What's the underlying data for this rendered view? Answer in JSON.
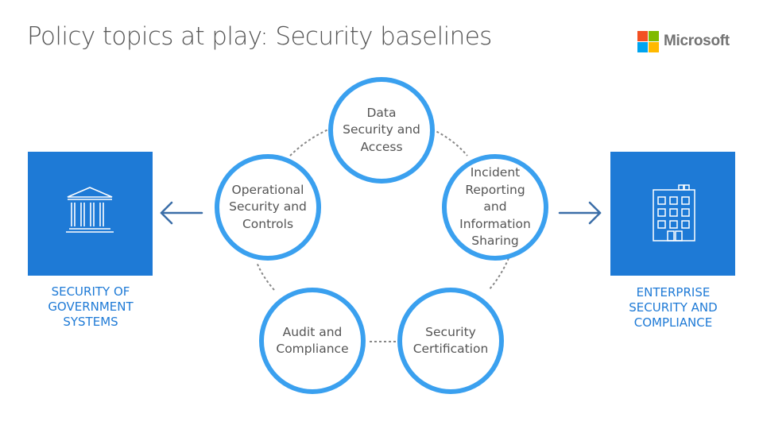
{
  "title": "Policy topics at play: Security baselines",
  "brand": {
    "name": "Microsoft",
    "colors": [
      "#f25022",
      "#7fba00",
      "#00a4ef",
      "#ffb900"
    ]
  },
  "left_panel": {
    "icon": "government-building-icon",
    "label": "SECURITY OF\nGOVERNMENT\nSYSTEMS"
  },
  "right_panel": {
    "icon": "office-building-icon",
    "label": "ENTERPRISE\nSECURITY AND\nCOMPLIANCE"
  },
  "cycle_nodes": [
    {
      "label": "Data\nSecurity and\nAccess"
    },
    {
      "label": "Incident\nReporting\nand\nInformation\nSharing"
    },
    {
      "label": "Security\nCertification"
    },
    {
      "label": "Audit and\nCompliance"
    },
    {
      "label": "Operational\nSecurity and\nControls"
    }
  ],
  "colors": {
    "accent": "#1e7ad6",
    "node_border": "#3aa0ef",
    "arrow": "#3b6ea8",
    "connector": "#888888"
  }
}
